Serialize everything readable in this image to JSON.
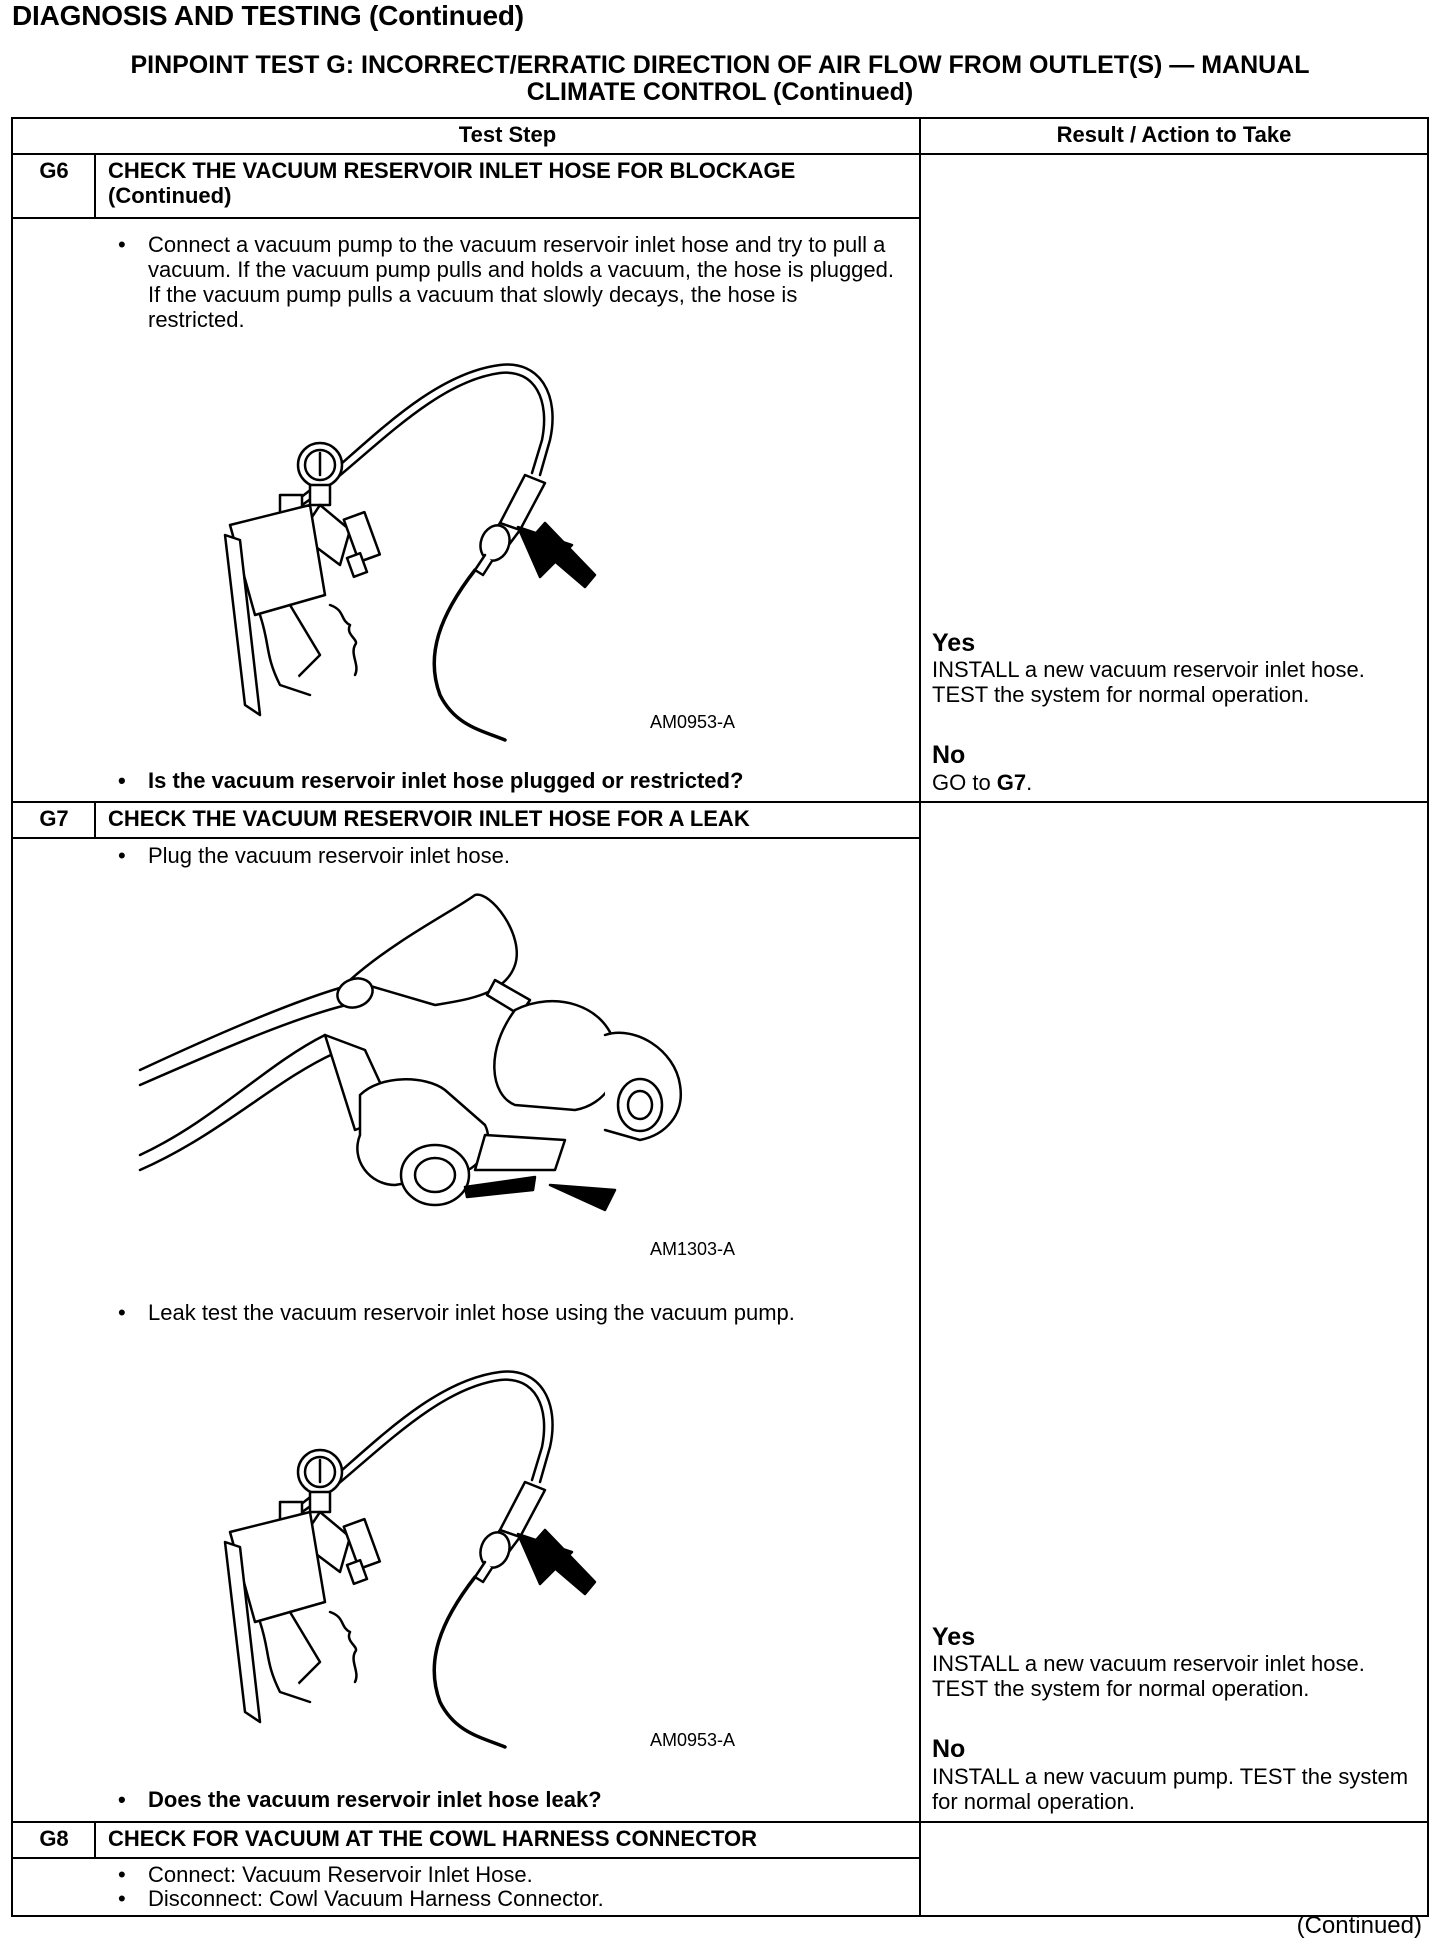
{
  "page": {
    "heading": "DIAGNOSIS AND TESTING (Continued)",
    "test_title_line1": "PINPOINT TEST G: INCORRECT/ERRATIC DIRECTION OF AIR FLOW FROM OUTLET(S) — MANUAL",
    "test_title_line2": "CLIMATE CONTROL (Continued)",
    "footer": "(Continued)"
  },
  "table": {
    "col_test_step": "Test Step",
    "col_result": "Result / Action to Take"
  },
  "g6": {
    "id": "G6",
    "title": "CHECK THE VACUUM RESERVOIR INLET HOSE FOR BLOCKAGE (Continued)",
    "step1": "Connect a vacuum pump to the vacuum reservoir inlet hose and try to pull a vacuum. If the vacuum pump pulls and holds a vacuum, the hose is plugged. If the vacuum pump pulls a vacuum that slowly decays, the hose is restricted.",
    "figure_label": "AM0953-A",
    "question": "Is the vacuum reservoir inlet hose plugged or restricted?",
    "yes_label": "Yes",
    "yes_text": "INSTALL a new vacuum reservoir inlet hose. TEST the system for normal operation.",
    "no_label": "No",
    "no_text_prefix": "GO to ",
    "no_text_ref": "G7",
    "no_text_suffix": "."
  },
  "g7": {
    "id": "G7",
    "title": "CHECK THE VACUUM RESERVOIR INLET HOSE FOR A LEAK",
    "step1": "Plug the vacuum reservoir inlet hose.",
    "figure1_label": "AM1303-A",
    "step2": "Leak test the vacuum reservoir inlet hose using the vacuum pump.",
    "figure2_label": "AM0953-A",
    "question": "Does the vacuum reservoir inlet hose leak?",
    "yes_label": "Yes",
    "yes_text": "INSTALL a new vacuum reservoir inlet hose. TEST the system for normal operation.",
    "no_label": "No",
    "no_text": "INSTALL a new vacuum pump. TEST the system for normal operation."
  },
  "g8": {
    "id": "G8",
    "title": "CHECK FOR VACUUM AT THE COWL HARNESS CONNECTOR",
    "step1": "Connect: Vacuum Reservoir Inlet Hose.",
    "step2": "Disconnect: Cowl Vacuum Harness Connector."
  }
}
